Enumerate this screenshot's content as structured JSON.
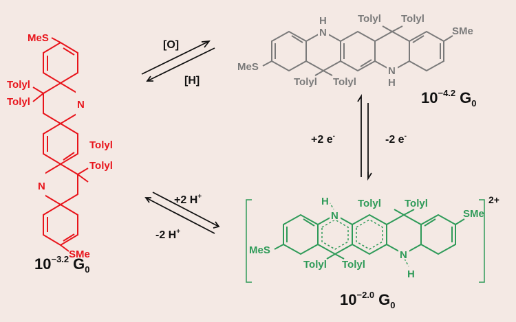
{
  "colors": {
    "background": "#f4e9e4",
    "red_species": "#e8141b",
    "gray_species": "#7a7a7a",
    "green_species": "#2e9a58",
    "text": "#111111"
  },
  "molecules": {
    "red": {
      "substituents": [
        "MeS",
        "Tolyl",
        "Tolyl",
        "Tolyl",
        "Tolyl",
        "SMe"
      ],
      "heteroatoms": [
        "N",
        "N"
      ],
      "conductance": {
        "base": "10",
        "exponent": "−3.2",
        "unit": "G",
        "subscript": "0"
      }
    },
    "gray": {
      "substituents": [
        "Tolyl",
        "Tolyl",
        "SMe",
        "MeS",
        "Tolyl",
        "Tolyl"
      ],
      "heteroatoms": [
        "H",
        "N",
        "N",
        "H"
      ],
      "conductance": {
        "base": "10",
        "exponent": "−4.2",
        "unit": "G",
        "subscript": "0"
      }
    },
    "green": {
      "substituents": [
        "Tolyl",
        "Tolyl",
        "SMe",
        "MeS",
        "Tolyl",
        "Tolyl"
      ],
      "heteroatoms": [
        "H",
        "N",
        "N",
        "H"
      ],
      "charge": "2+",
      "conductance": {
        "base": "10",
        "exponent": "−2.0",
        "unit": "G",
        "subscript": "0"
      }
    }
  },
  "reactions": {
    "oxidation": {
      "forward": "[O]",
      "reverse": "[H]"
    },
    "electron": {
      "forward": "+2 e",
      "forward_sup": "-",
      "reverse": "-2 e",
      "reverse_sup": "-"
    },
    "proton": {
      "forward": "+2 H",
      "forward_sup": "+",
      "reverse": "-2 H",
      "reverse_sup": "+"
    }
  }
}
